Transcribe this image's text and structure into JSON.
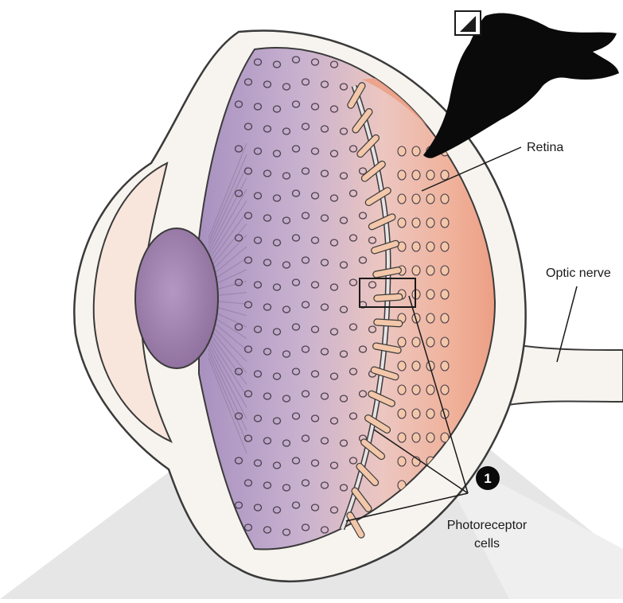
{
  "diagram": {
    "labels": {
      "retina": "Retina",
      "optic_nerve": "Optic nerve",
      "photoreceptor_line1": "Photoreceptor",
      "photoreceptor_line2": "cells",
      "step_number": "1"
    },
    "icons": {
      "bird": "bird-silhouette-icon",
      "light_indicator": "light-indicator-icon"
    },
    "colors": {
      "retina_tissue": "#ec9f85",
      "vitreous_purple": "#b79ac4",
      "lens": "#9a7ba8",
      "sclera": "#f7f4ef",
      "outline": "#3a3a3a",
      "receptor": "#f3c7a9",
      "shadow": "#e6e6e6"
    }
  }
}
